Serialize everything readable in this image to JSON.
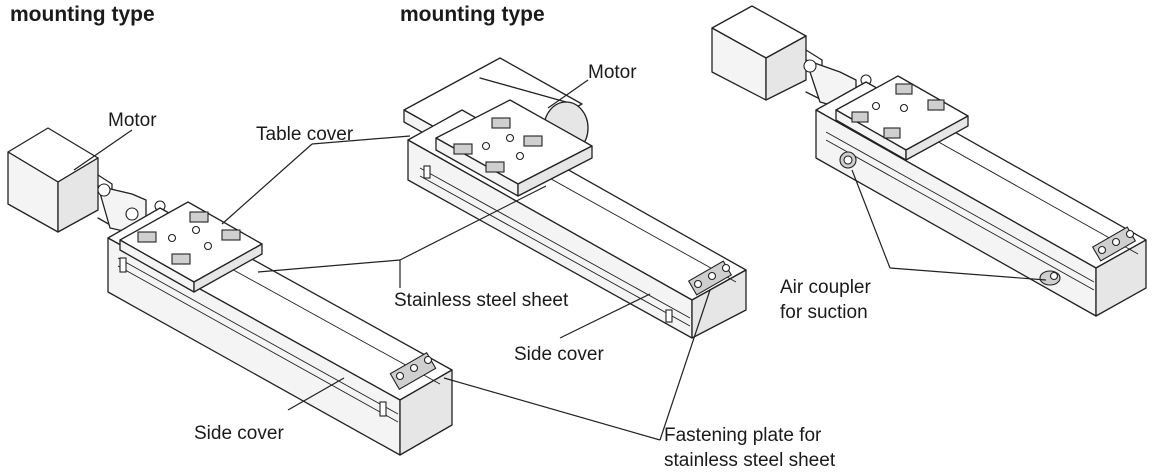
{
  "headings": {
    "left": "mounting type",
    "middle": "mounting type"
  },
  "labels": {
    "motor_left": "Motor",
    "motor_middle": "Motor",
    "table_cover": "Table cover",
    "stainless_steel_sheet": "Stainless steel sheet",
    "side_cover_left": "Side cover",
    "side_cover_middle": "Side cover",
    "fastening_plate_line1": "Fastening plate for",
    "fastening_plate_line2": "stainless steel sheet",
    "air_coupler_line1": "Air coupler",
    "air_coupler_line2": "for suction"
  }
}
